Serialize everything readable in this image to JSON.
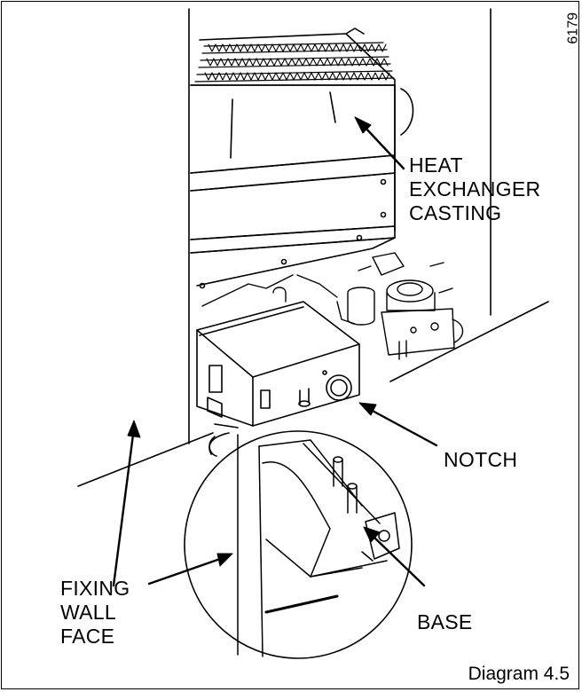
{
  "figure_number": "6179",
  "caption": "Diagram 4.5",
  "labels": {
    "heat_exchanger": [
      "HEAT",
      "EXCHANGER",
      "CASTING"
    ],
    "notch": "NOTCH",
    "fixing_wall_face": [
      "FIXING",
      "WALL",
      "FACE"
    ],
    "base": "BASE"
  }
}
